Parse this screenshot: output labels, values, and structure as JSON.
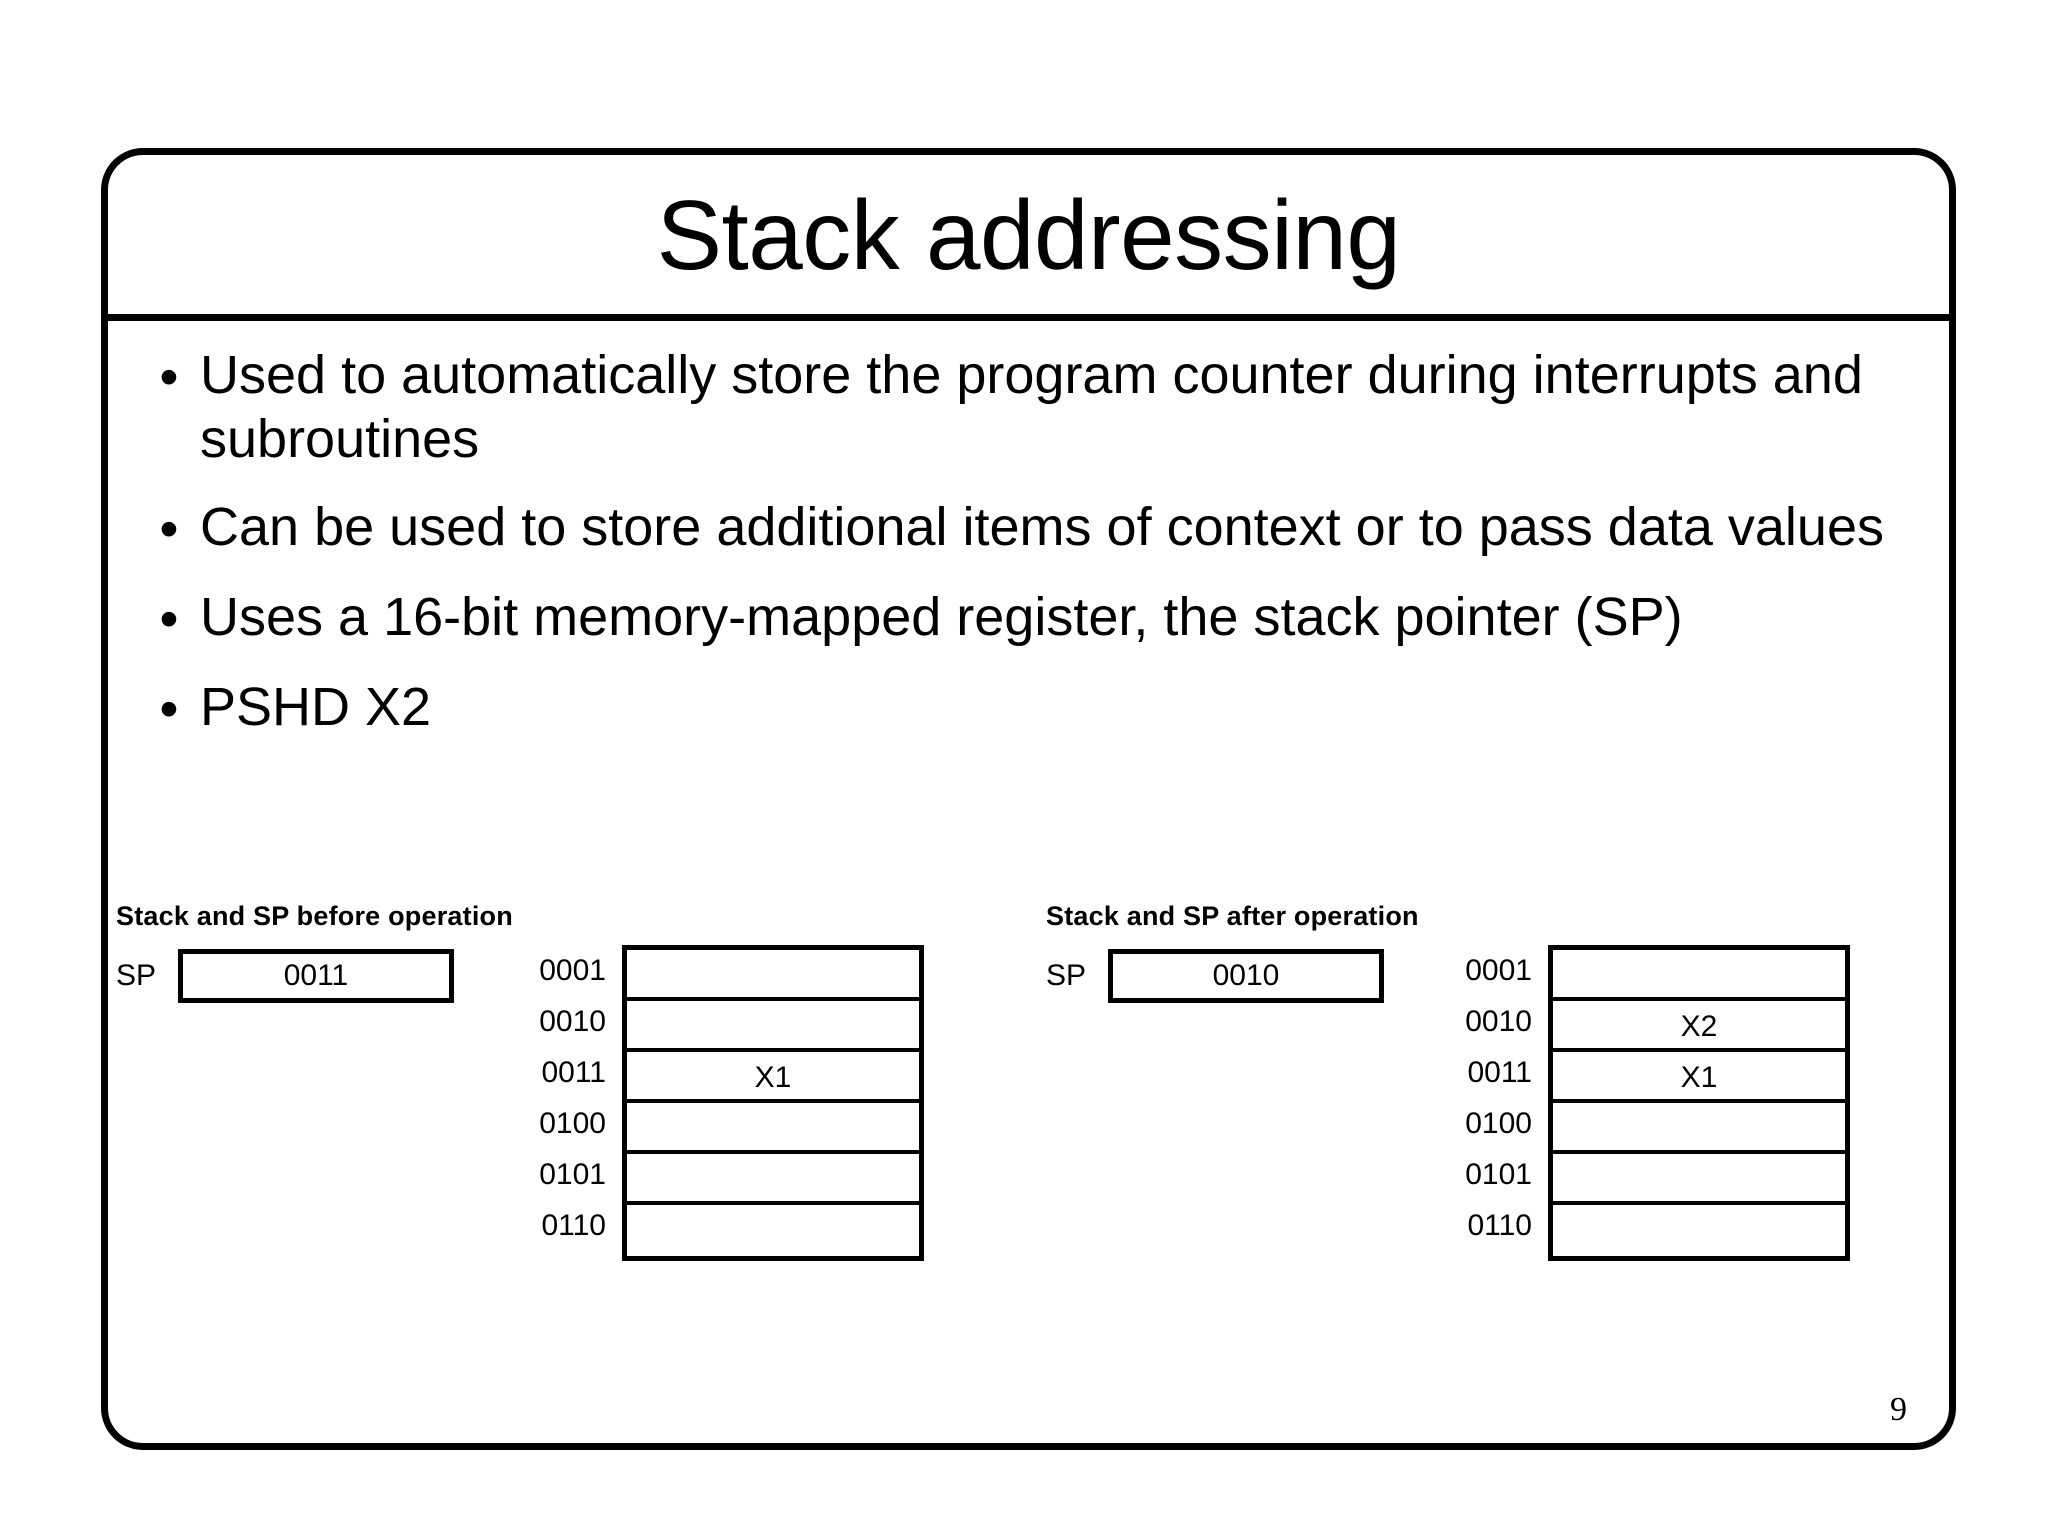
{
  "slide": {
    "title": "Stack addressing",
    "page_number": "9",
    "bullet_marker": "•",
    "bullets": [
      "Used to automatically store the program counter during interrupts and subroutines",
      "Can be used to store additional items of context or to pass data values",
      "Uses a 16-bit memory-mapped register, the stack pointer (SP)",
      "PSHD X2"
    ]
  },
  "diagram": {
    "before": {
      "heading": "Stack and SP before operation",
      "sp_label": "SP",
      "sp_value": "0011",
      "addresses": [
        "0001",
        "0010",
        "0011",
        "0100",
        "0101",
        "0110"
      ],
      "cells": [
        "",
        "",
        "X1",
        "",
        "",
        ""
      ]
    },
    "after": {
      "heading": "Stack and SP after operation",
      "sp_label": "SP",
      "sp_value": "0010",
      "addresses": [
        "0001",
        "0010",
        "0011",
        "0100",
        "0101",
        "0110"
      ],
      "cells": [
        "",
        "X2",
        "X1",
        "",
        "",
        ""
      ]
    }
  }
}
